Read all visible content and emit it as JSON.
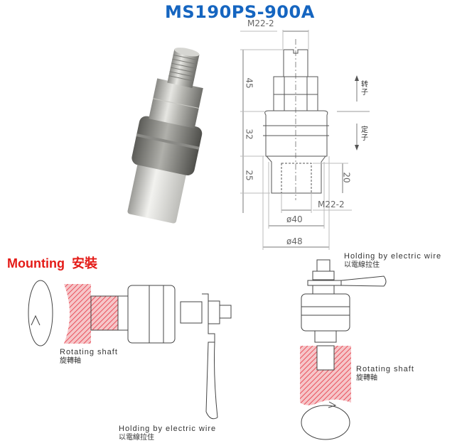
{
  "title": "MS190PS-900A",
  "drawing": {
    "thread_top": "M22-2",
    "thread_bottom": "M22-2",
    "dim_45": "45",
    "dim_32": "32",
    "dim_25": "25",
    "dim_20": "20",
    "dia_40": "ø40",
    "dia_48": "ø48",
    "rotor_label": "转子",
    "stator_label": "定子"
  },
  "mounting": {
    "heading": "Mounting",
    "heading_cn": "安裝",
    "left": {
      "shaft_label": "Rotating shaft",
      "shaft_label_cn": "旋轉軸",
      "wire_label": "Holding by electric wire",
      "wire_label_cn": "以電線拉住"
    },
    "right": {
      "shaft_label": "Rotating shaft",
      "shaft_label_cn": "旋轉軸",
      "wire_label": "Holding by electric wire",
      "wire_label_cn": "以電線拉住"
    }
  },
  "colors": {
    "title": "#1565c0",
    "heading": "#e41b17",
    "hatch": "#e8505b"
  }
}
